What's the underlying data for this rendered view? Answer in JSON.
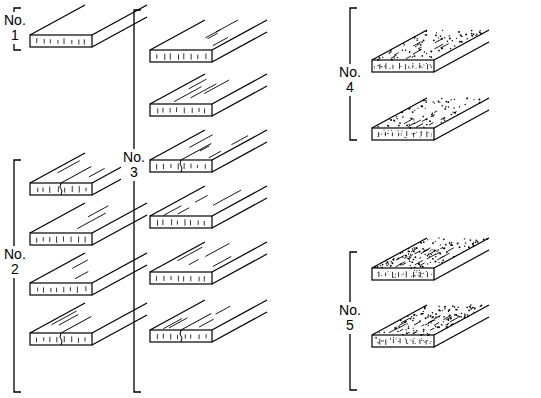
{
  "diagram": {
    "labels": [
      "No. 1",
      "No. 2",
      "No. 3",
      "No. 4",
      "No. 5"
    ]
  }
}
